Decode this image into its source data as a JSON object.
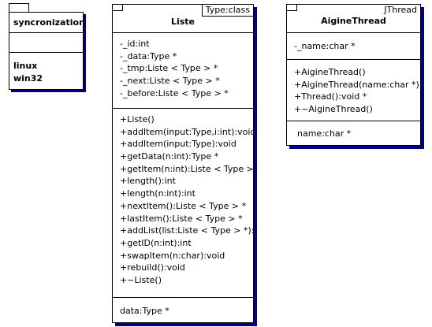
{
  "package": {
    "name": "syncronization",
    "items": [
      "linux",
      "win32"
    ]
  },
  "liste": {
    "name": "Liste",
    "stereotype": "Type:class",
    "attributes": [
      "-_id:int",
      "-_data:Type *",
      "-_tmp:Liste < Type > *",
      "-_next:Liste < Type > *",
      "-_before:Liste < Type > *"
    ],
    "operations": [
      "+Liste()",
      "+addItem(input:Type,i:int):void",
      "+addItem(input:Type):void",
      "+getData(n:int):Type *",
      "+getItem(n:int):Liste < Type > *",
      "+length():int",
      "+length(n:int):int",
      "+nextItem():Liste < Type > *",
      "+lastItem():Liste < Type > *",
      "+addList(list:Liste < Type > *):v",
      "+getID(n:int):int",
      "+swapItem(n:char):void",
      "+rebuild():void",
      "+~Liste()"
    ],
    "extra": [
      "data:Type *"
    ]
  },
  "aigine": {
    "name": "AigineThread",
    "stereotype": "JThread",
    "attributes": [
      "-_name:char *"
    ],
    "operations": [
      "+AigineThread()",
      "+AigineThread(name:char *)",
      "+Thread():void *",
      "+~AigineThread()"
    ],
    "extra": [
      "name:char *"
    ]
  },
  "colors": {
    "shadow": "#000080",
    "border": "#000000",
    "background": "#ffffff"
  }
}
